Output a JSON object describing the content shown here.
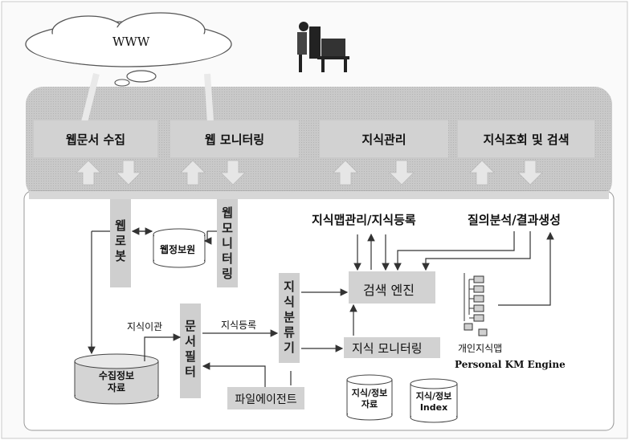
{
  "cloud_label": "WWW",
  "top_boxes": [
    {
      "label": "웹문서 수집"
    },
    {
      "label": "웹 모니터링"
    },
    {
      "label": "지식관리"
    },
    {
      "label": "지식조회 및 검색"
    }
  ],
  "web_robot": "웹로봇",
  "web_monitoring_vertical": "웹모니터링",
  "web_info_source": "웹정보원",
  "knowledge_map_mgmt": "지식맵관리/지식등록",
  "query_analysis": "질의분석/결과생성",
  "knowledge_classifier": "지식분류기",
  "search_engine": "검색 엔진",
  "knowledge_monitoring": "지식 모니터링",
  "personal_map": "개인지식맵",
  "personal_km_engine": "Personal KM Engine",
  "knowledge_transfer": "지식이관",
  "knowledge_register": "지식등록",
  "document_filter": "문서필터",
  "collected_info": {
    "line1": "수집정보",
    "line2": "자료"
  },
  "file_agent": "파일에이전트",
  "knowledge_data": {
    "line1": "지식/정보",
    "line2": "자료"
  },
  "knowledge_index": {
    "line1": "지식/정보",
    "line2": "Index"
  }
}
